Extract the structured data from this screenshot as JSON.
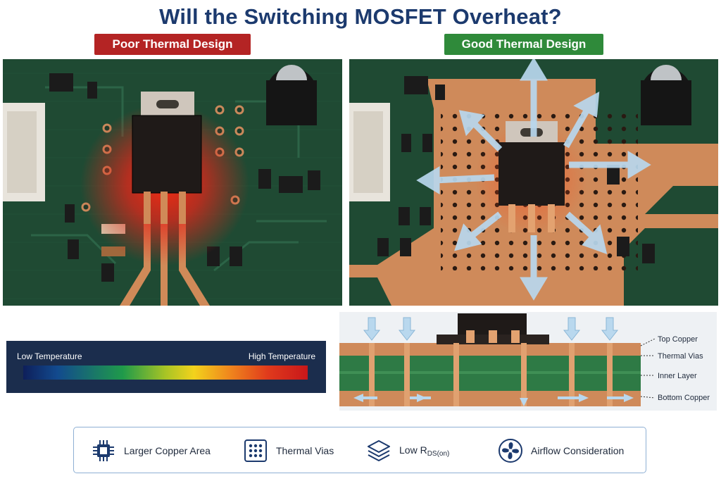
{
  "title": "Will the Switching MOSFET Overheat?",
  "poor_label": "Poor Thermal Design",
  "good_label": "Good Thermal Design",
  "colors": {
    "title": "#1c3a6e",
    "poor": "#b42424",
    "good": "#2f8a3a",
    "pcb": "#1f4a33",
    "copper": "#cf8a5a",
    "heat": "#e3261a",
    "arrow": "#b9d8ee"
  },
  "legend": {
    "low": "Low Temperature",
    "high": "High Temperature"
  },
  "cross_section": {
    "layers": [
      "Top Copper",
      "Thermal Vias",
      "Inner Layer",
      "Bottom Copper"
    ]
  },
  "features": [
    {
      "icon": "chip-icon",
      "label": "Larger Copper Area"
    },
    {
      "icon": "via-grid-icon",
      "label": "Thermal Vias"
    },
    {
      "icon": "layers-icon",
      "label_main": "Low R",
      "label_sub": "DS(on)"
    },
    {
      "icon": "fan-icon",
      "label": "Airflow Consideration"
    }
  ]
}
